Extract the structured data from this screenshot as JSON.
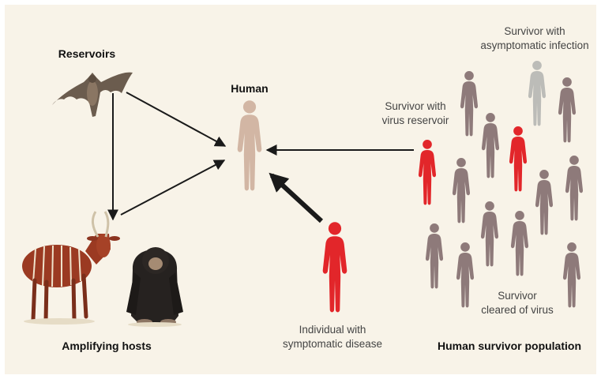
{
  "labels": {
    "reservoirs": "Reservoirs",
    "human": "Human",
    "amplifying_hosts": "Amplifying hosts",
    "survivor_asymptomatic_line1": "Survivor with",
    "survivor_asymptomatic_line2": "asymptomatic infection",
    "survivor_reservoir_line1": "Survivor with",
    "survivor_reservoir_line2": "virus reservoir",
    "individual_line1": "Individual with",
    "individual_line2": "symptomatic disease",
    "survivor_cleared_line1": "Survivor",
    "survivor_cleared_line2": "cleared of virus",
    "population": "Human survivor population"
  },
  "colors": {
    "background": "#f8f3e8",
    "human": "#d2b6a4",
    "survivor": "#8e7a7a",
    "asymptomatic": "#bcbcb8",
    "infected": "#e2262a",
    "arrow": "#1a1a1a"
  },
  "icons": {
    "reservoir": "bat-icon",
    "amplifying_host_1": "antelope-icon",
    "amplifying_host_2": "chimpanzee-icon"
  }
}
